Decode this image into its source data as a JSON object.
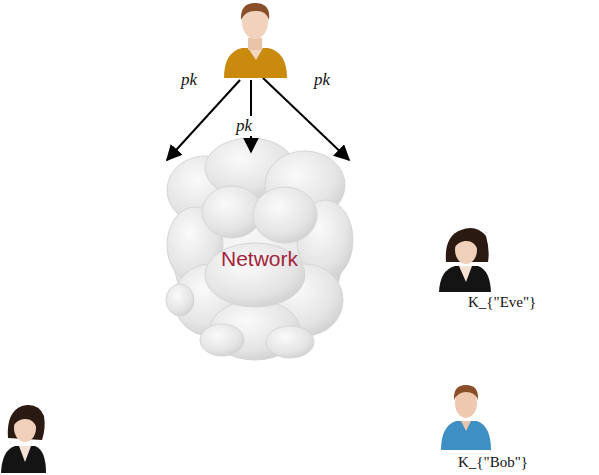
{
  "diagram": {
    "nodes": [
      {
        "text": [
          "Network"
        ]
      }
    ],
    "labels": [
      "pk",
      "pk",
      "pk",
      "K_{\"Eve\"}",
      "K_{\"Bob\"}"
    ]
  }
}
